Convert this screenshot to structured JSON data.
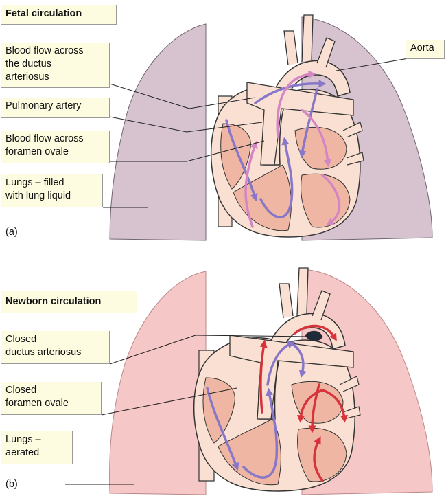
{
  "panel_a": {
    "title": "Fetal circulation",
    "letter": "(a)",
    "labels": {
      "ductus_flow": "Blood flow across\nthe ductus\narteriosus",
      "pulmonary": "Pulmonary artery",
      "foramen_flow": "Blood flow across\nforamen ovale",
      "lungs": "Lungs – filled\nwith lung liquid",
      "aorta": "Aorta"
    }
  },
  "panel_b": {
    "title": "Newborn circulation",
    "letter": "(b)",
    "labels": {
      "closed_ductus": "Closed\nductus arteriosus",
      "closed_foramen": "Closed\nforamen ovale",
      "lungs": "Lungs –\naerated"
    }
  },
  "colors": {
    "fetal_lung": "#d6c3cf",
    "newborn_lung": "#f6c7c7",
    "heart_wall": "#f9e0d2",
    "chamber": "#efb7a3",
    "deoxy_arrow": "#8877c8",
    "mixed_arrow": "#d486c4",
    "oxy_arrow": "#d8333b",
    "label_bg": "#fdfbe0"
  }
}
